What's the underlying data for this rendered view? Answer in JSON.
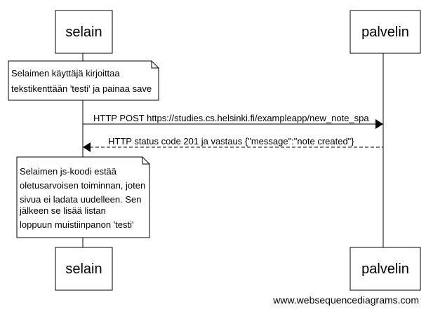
{
  "participants": {
    "client": "selain",
    "server": "palvelin"
  },
  "notes": [
    {
      "lines": [
        "Selaimen käyttäjä kirjoittaa",
        "tekstikenttään 'testi' ja painaa save"
      ]
    },
    {
      "lines": [
        "Selaimen js-koodi estää",
        "oletusarvoisen toiminnan, joten",
        "sivua ei ladata uudelleen. Sen",
        "jälkeen se lisää listan",
        "loppuun muistiinpanon 'testi'"
      ]
    }
  ],
  "messages": [
    {
      "text": "HTTP POST https://studies.cs.helsinki.fi/exampleapp/new_note_spa",
      "from": "client",
      "to": "server",
      "style": "solid"
    },
    {
      "text": "HTTP status code 201 ja vastaus {\"message\":\"note created\"}",
      "from": "server",
      "to": "client",
      "style": "dashed"
    }
  ],
  "watermark": "www.websequencediagrams.com"
}
